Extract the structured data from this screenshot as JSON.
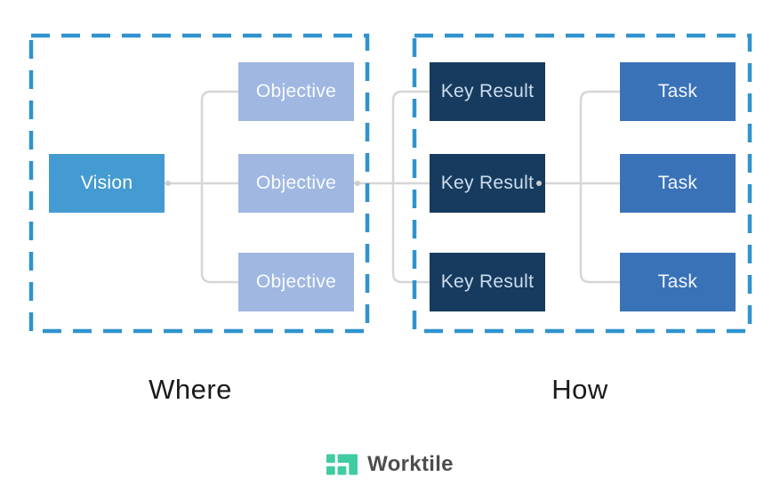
{
  "panels": [
    {
      "id": "where",
      "label": "Where"
    },
    {
      "id": "how",
      "label": "How"
    }
  ],
  "nodes": {
    "vision": {
      "label": "Vision"
    },
    "objectives": [
      {
        "label": "Objective"
      },
      {
        "label": "Objective"
      },
      {
        "label": "Objective"
      }
    ],
    "key_results": [
      {
        "label": "Key Result"
      },
      {
        "label": "Key Result"
      },
      {
        "label": "Key Result"
      }
    ],
    "tasks": [
      {
        "label": "Task"
      },
      {
        "label": "Task"
      },
      {
        "label": "Task"
      }
    ]
  },
  "colors": {
    "vision_fill": "#449BD2",
    "objective_fill": "#9FB7E1",
    "key_result_fill": "#173B5E",
    "task_fill": "#3A72B8",
    "dashed_border": "#3093CE",
    "connector_line": "#D6D6D6",
    "panel_label_text": "#1A1A1A",
    "brand_green": "#41CBA2",
    "brand_text": "#4D4D4D"
  },
  "footer": {
    "brand": "Worktile"
  }
}
